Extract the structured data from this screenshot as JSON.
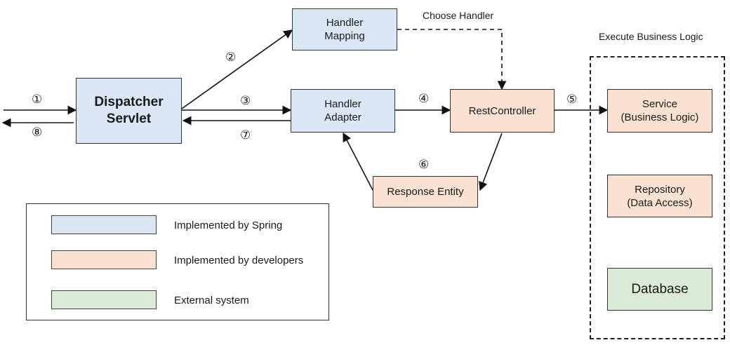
{
  "components": {
    "dispatcher": "Dispatcher\nServlet",
    "handler_mapping": "Handler\nMapping",
    "handler_adapter": "Handler\nAdapter",
    "rest_controller": "RestController",
    "response_entity": "Response Entity",
    "service": "Service\n(Business Logic)",
    "repository": "Repository\n(Data Access)",
    "database": "Database"
  },
  "annotations": {
    "choose_handler": "Choose Handler",
    "execute_business_logic": "Execute Business Logic"
  },
  "steps": [
    "①",
    "②",
    "③",
    "④",
    "⑤",
    "⑥",
    "⑦",
    "⑧"
  ],
  "legend": {
    "spring": "Implemented by Spring",
    "developers": "Implemented by developers",
    "external": "External system"
  },
  "colors": {
    "spring": "#dae8f5",
    "developers": "#fbe1d1",
    "external": "#dbecd6"
  }
}
